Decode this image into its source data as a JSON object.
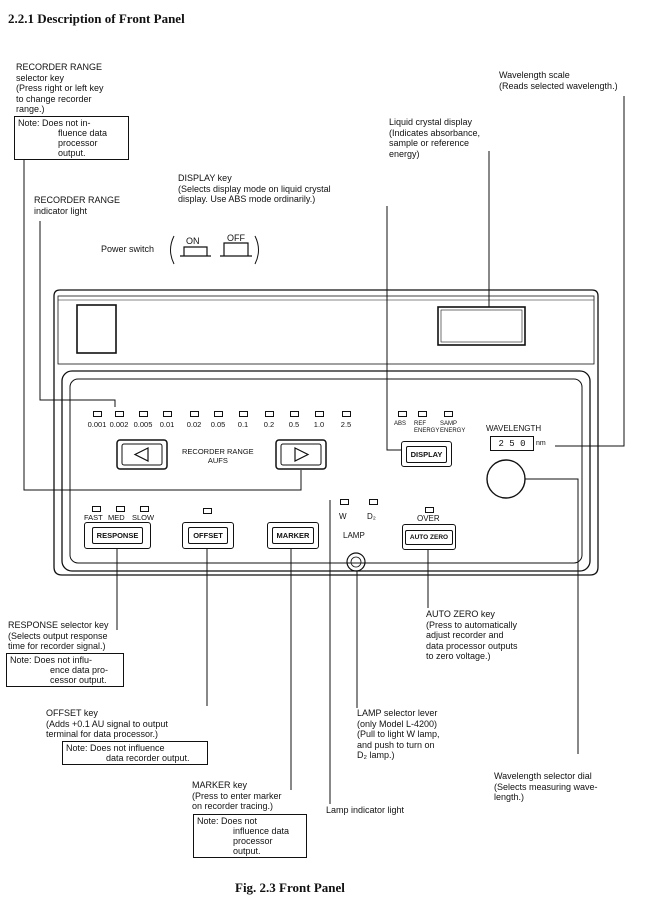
{
  "section_heading": "2.2.1   Description of Front Panel",
  "callouts": {
    "recorder_range_selector": [
      "RECORDER RANGE",
      "selector key",
      "(Press right or left key",
      "to change recorder",
      "range.)"
    ],
    "recorder_range_selector_note": [
      "Note:  Does not in-",
      "fluence data",
      "processor",
      "output."
    ],
    "recorder_range_indicator": [
      "RECORDER RANGE",
      "indicator light"
    ],
    "power_switch": "Power switch",
    "display_key": [
      "DISPLAY key",
      "(Selects display mode on liquid crystal",
      "display.  Use ABS mode ordinarily.)"
    ],
    "lcd": [
      "Liquid crystal display",
      "(Indicates absorbance,",
      "sample or reference",
      "energy)"
    ],
    "wavelength_scale": [
      "Wavelength scale",
      "(Reads selected wavelength.)"
    ],
    "response_key": [
      "RESPONSE selector key",
      "(Selects output response",
      "time for recorder signal.)"
    ],
    "response_note": [
      "Note:  Does not influ-",
      "ence data pro-",
      "cessor output."
    ],
    "offset_key": [
      "OFFSET key",
      "(Adds +0.1 AU signal to output",
      "terminal for data processor.)"
    ],
    "offset_note": [
      "Note:  Does not influence",
      "data recorder output."
    ],
    "marker_key": [
      "MARKER key",
      "(Press to enter marker",
      "on recorder tracing.)"
    ],
    "marker_note": [
      "Note:  Does not",
      "influence data",
      "processor",
      "output."
    ],
    "lamp_indicator": "Lamp indicator light",
    "lamp_selector": [
      "LAMP selector lever",
      "(only Model  L-4200)",
      "(Pull to light W lamp,",
      "and push to turn on",
      "D₂ lamp.)"
    ],
    "auto_zero_key": [
      "AUTO ZERO key",
      "(Press to automatically",
      "adjust recorder and",
      "data processor outputs",
      "to zero voltage.)"
    ],
    "wavelength_dial": [
      "Wavelength selector dial",
      "(Selects measuring wave-",
      "length.)"
    ]
  },
  "panel": {
    "power_on": "ON",
    "power_off": "OFF",
    "recorder_ranges": [
      "0.001",
      "0.002",
      "0.005",
      "0.01",
      "0.02",
      "0.05",
      "0.1",
      "0.2",
      "0.5",
      "1.0",
      "2.5"
    ],
    "recorder_range_label": [
      "RECORDER RANGE",
      "AUFS"
    ],
    "display_modes": [
      [
        "ABS",
        ""
      ],
      [
        "REF",
        "ENERGY"
      ],
      [
        "SAMP",
        "ENERGY"
      ]
    ],
    "display_button": "DISPLAY",
    "wavelength_label": "WAVELENGTH",
    "wavelength_value": "2 5 0",
    "wavelength_unit": "nm",
    "response_modes": [
      "FAST",
      "MED",
      "SLOW"
    ],
    "response_button": "RESPONSE",
    "offset_button": "OFFSET",
    "marker_button": "MARKER",
    "lamp_w": "W",
    "lamp_d2": "D₂",
    "lamp_label": "LAMP",
    "over_label": "OVER",
    "auto_zero_button": "AUTO ZERO"
  },
  "caption": "Fig. 2.3   Front Panel"
}
